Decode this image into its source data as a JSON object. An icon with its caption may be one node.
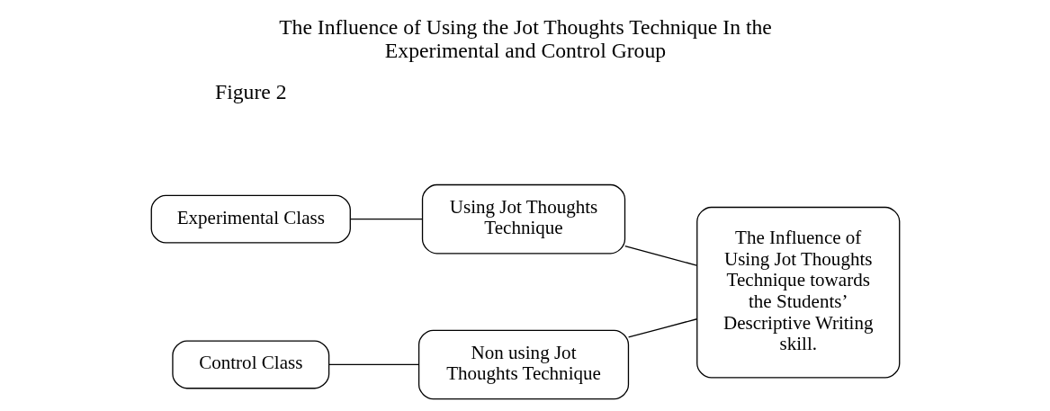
{
  "diagram": {
    "title": "The Influence of Using the Jot Thoughts Technique In the Experimental and Control Group",
    "nodes": [
      {
        "text": [
          "Experimental Class"
        ]
      },
      {
        "text": [
          "Using Jot Thoughts Technique"
        ]
      },
      {
        "text": [
          "Control Class"
        ]
      },
      {
        "text": [
          "Non using Jot Thoughts Technique"
        ]
      },
      {
        "text": [
          "The Influence of Using Jot Thoughts Technique towards the Students’ Descriptive Writing skill."
        ]
      }
    ],
    "edges": [
      {
        "from": 0,
        "to": 1,
        "arrow": "none"
      },
      {
        "from": 2,
        "to": 3,
        "arrow": "none"
      },
      {
        "from": 1,
        "to": 4,
        "arrow": "none"
      },
      {
        "from": 3,
        "to": 4,
        "arrow": "none"
      }
    ],
    "labels": [
      "Figure 2"
    ]
  }
}
